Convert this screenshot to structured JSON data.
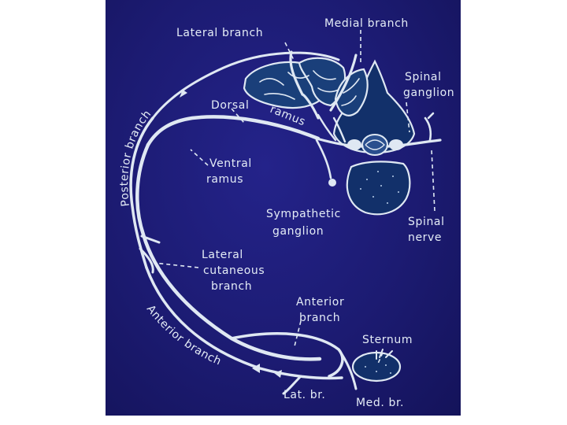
{
  "diagram": {
    "labels": {
      "lateral_branch": "Lateral branch",
      "medial_branch": "Medial branch",
      "spinal_ganglion_1": "Spinal",
      "spinal_ganglion_2": "ganglion",
      "dorsal": "Dorsal",
      "ramus_dorsal": "ramus",
      "posterior_branch": "Posterior branch",
      "ventral": "Ventral",
      "ramus_ventral": "ramus",
      "sympathetic": "Sympathetic",
      "ganglion_symp": "ganglion",
      "spinal_nerve_1": "Spinal",
      "spinal_nerve_2": "nerve",
      "lateral_cutaneous_1": "Lateral",
      "lateral_cutaneous_2": "cutaneous",
      "lateral_cutaneous_3": "branch",
      "anterior_1": "Anterior",
      "anterior_2": "branch",
      "anterior_branch_curved": "Anterior branch",
      "sternum": "Sternum",
      "lat_br": "Lat. br.",
      "med_br": "Med. br."
    },
    "colors": {
      "background": "#1c1b72",
      "line": "#dfe8f3"
    }
  }
}
